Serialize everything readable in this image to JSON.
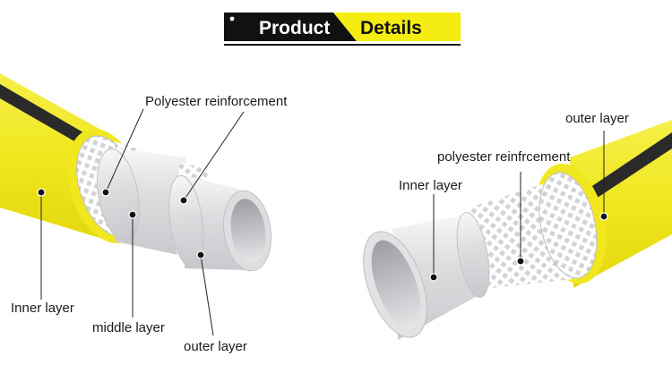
{
  "header": {
    "left_text": "Product",
    "right_text": "Details",
    "accent_color": "#f5ec12",
    "dark_color": "#111111"
  },
  "colors": {
    "hose_yellow": "#f2ea1c",
    "hose_stripe": "#2a2a2a",
    "tube_white": "#e4e4e6",
    "mesh_bg": "#ffffff",
    "mesh_cell": "#d6d6d8"
  },
  "left_hose": {
    "labels": {
      "polyester": "Polyester reinforcement",
      "inner": "Inner layer",
      "middle": "middle layer",
      "outer": "outer layer"
    }
  },
  "right_hose": {
    "labels": {
      "outer": "outer layer",
      "polyester": "polyester reinfrcement",
      "inner": "Inner layer"
    }
  }
}
